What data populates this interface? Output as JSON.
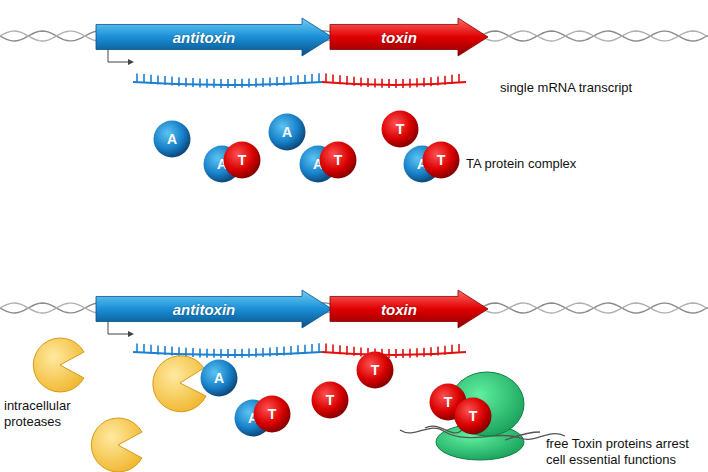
{
  "diagram": {
    "nodes": [
      {
        "text": [
          "antitoxin"
        ]
      },
      {
        "text": [
          "toxin"
        ]
      },
      {
        "text": [
          "A"
        ]
      },
      {
        "text": [
          "A"
        ]
      },
      {
        "text": [
          "T"
        ]
      },
      {
        "text": [
          "A"
        ]
      },
      {
        "text": [
          "T"
        ]
      },
      {
        "text": [
          "A"
        ]
      },
      {
        "text": [
          "T"
        ]
      },
      {
        "text": [
          "A"
        ]
      },
      {
        "text": [
          "T"
        ]
      },
      {
        "text": [
          "antitoxin"
        ]
      },
      {
        "text": [
          "toxin"
        ]
      },
      {
        "text": [
          "A"
        ]
      },
      {
        "text": [
          "A"
        ]
      },
      {
        "text": [
          "T"
        ]
      },
      {
        "text": [
          "T"
        ]
      },
      {
        "text": [
          "T"
        ]
      },
      {
        "text": [
          "T"
        ]
      },
      {
        "text": [
          "T"
        ]
      }
    ],
    "labels": [
      "single mRNA transcript",
      "TA protein complex",
      "intracellular proteases",
      "free Toxin proteins arrest cell essential functions"
    ]
  }
}
